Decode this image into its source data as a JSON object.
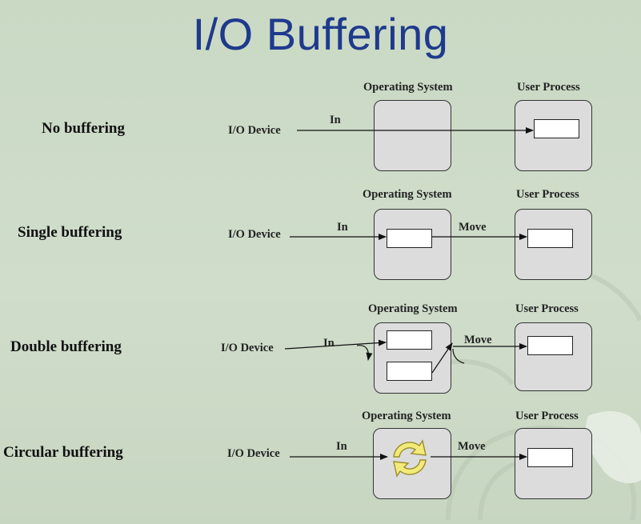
{
  "title": "I/O Buffering",
  "labels": {
    "operating_system": "Operating System",
    "user_process": "User Process",
    "io_device": "I/O Device",
    "in": "In",
    "move": "Move"
  },
  "rows": [
    {
      "name": "No buffering"
    },
    {
      "name": "Single buffering"
    },
    {
      "name": "Double buffering"
    },
    {
      "name": "Circular buffering"
    }
  ],
  "icons": [
    "circular-arrows-icon"
  ],
  "colors": {
    "title": "#1f3a8c",
    "background": "#cbd9c6",
    "box_fill": "#dcdcdc",
    "circular_icon": "#f2ea7a"
  }
}
